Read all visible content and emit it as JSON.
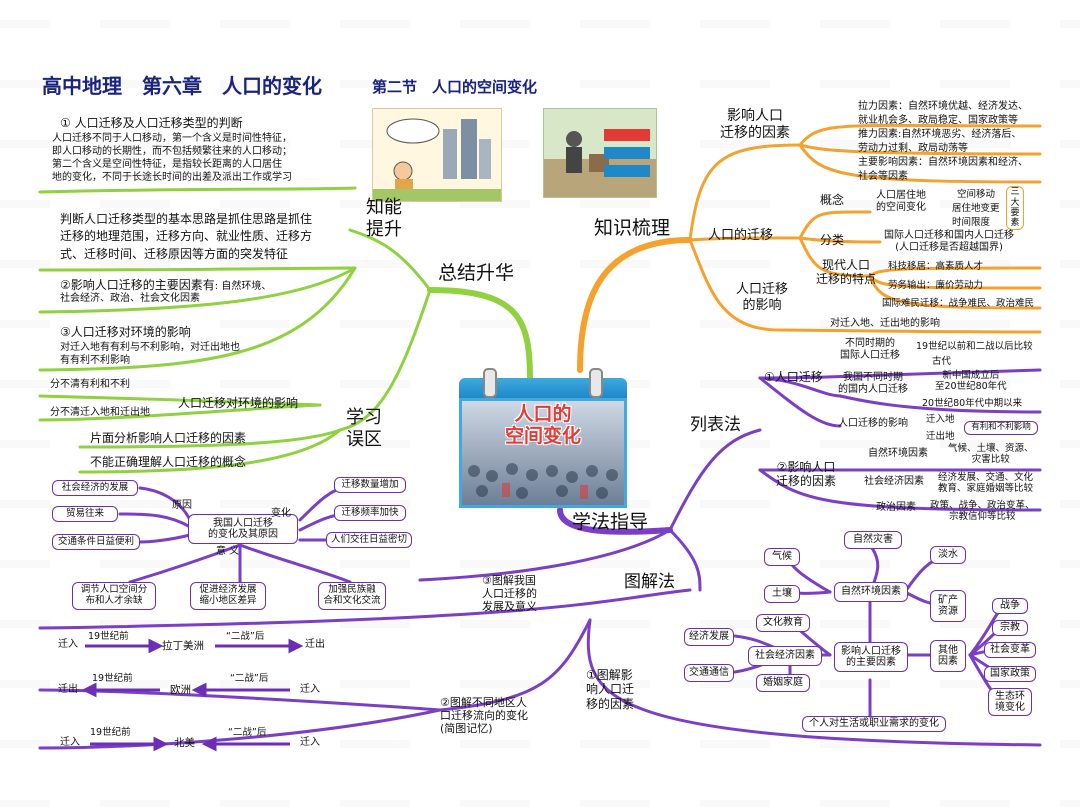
{
  "header": {
    "title": "高中地理　第六章　人口的变化",
    "subtitle": "第二节　人口的空间变化"
  },
  "center": {
    "title": "人口的\n空间变化"
  },
  "branches": {
    "summary": "总结升华",
    "knowledge": "知识梳理",
    "method": "学法指导",
    "ability": "知能\n提升",
    "mistakes": "学习\n误区",
    "table_method": "列表法",
    "diagram_method": "图解法"
  },
  "ability": {
    "item1_title": "①  人口迁移及人口迁移类型的判断",
    "item1_body": "人口迁移不同于人口移动，第一个含义是时间性特征，\n即人口移动的长期性，而不包括频繁往来的人口移动；\n第二个含义是空间性特征，是指较长距离的人口居住\n地的变化，不同于长途长时间的出差及派出工作或学习",
    "item1b": "判断人口迁移类型的基本思路是抓住思路是抓住\n迁移的地理范围，迁移方向、就业性质、迁移方\n式、迁移时间、迁移原因等方面的突发特征",
    "item2_title": "②影响人口迁移的主要因素有",
    "item2_body": ": 自然环境、",
    "item2_body2": "社会经济、政治、社会文化因素",
    "item3_title": "③人口迁移对环境的影响",
    "item3_body": "对迁入地有有利与不利影响，对迁出地也\n有有利不利影响"
  },
  "mistakes": {
    "m1": "人口迁移对环境的影响",
    "m1a": "分不清有利和不利",
    "m1b": "分不清迁入地和迁出地",
    "m2": "片面分析影响人口迁移的因素",
    "m3": "不能正确理解人口迁移的概念"
  },
  "knowledge": {
    "factors": "影响人口\n迁移的因素",
    "pull": "拉力因素：自然环境优越、经济发达、\n就业机会多、政局稳定、国家政策等",
    "push": "推力因素:自然环境恶劣、经济落后、\n劳动力过剩、政局动荡等",
    "main": "主要影响因素：自然环境因素和经济、\n社会等因素",
    "migration": "人口的迁移",
    "concept": "概念",
    "concept_def": "人口居住地\n的空间变化",
    "space": "空间移动",
    "residence": "居住地变更",
    "time": "时间限度",
    "three": "三\n大\n要\n素",
    "classify": "分类",
    "classify_def": "国际人口迁移和国内人口迁移\n(人口迁移是否超越国界)",
    "modern": "现代人口\n迁移的特点",
    "tech": "科技移居：高素质人才",
    "labor": "劳务输出：廉价劳动力",
    "refugee": "国际难民迁移：战争难民、政治难民",
    "impact": "人口迁移\n的影响",
    "impact_def": "对迁入地、迁出地的影响"
  },
  "table": {
    "t1": "①人口迁移",
    "intl": "不同时期的\n国际人口迁移",
    "intl_def": "19世纪以前和二战以后比较",
    "domestic": "我国不同时期\n的国内人口迁移",
    "ancient": "古代",
    "new_china": "新中国成立后\n至20世纪80年代",
    "since80": "20世纪80年代中期以来",
    "effect": "人口迁移的影响",
    "in_place": "迁入地",
    "out_place": "迁出地",
    "pros_cons": "有利和不利影响",
    "t2": "②影响人口\n迁移的因素",
    "nature": "自然环境因素",
    "nature_def": "气候、土壤、资源、\n灾害比较",
    "social": "社会经济因素",
    "social_def": "经济发展、交通、文化\n教育、家庭婚姻等比较",
    "politic": "政治因素",
    "politic_def": "政策、战争、政治变革、\n宗教信仰等比较"
  },
  "diagram": {
    "d3": "③图解我国\n人口迁移的\n发展及意义",
    "cause": "原因",
    "change": "变化",
    "meaning": "意 义",
    "core": "我国人口迁移\n的变化及其原因",
    "c1": "社会经济的发展",
    "c2": "贸易往来",
    "c3": "交通条件日益便利",
    "v1": "迁移数量增加",
    "v2": "迁移频率加快",
    "v3": "人们交往日益密切",
    "s1": "调节人口空间分\n布和人才余缺",
    "s2": "促进经济发展\n缩小地区差异",
    "s3": "加强民族融\n合和文化交流",
    "d2": "②图解不同地区人\n口迁移流向的变化\n(简图记忆)",
    "before19": "19世纪前",
    "after_war": "“二战”后",
    "in": "迁入",
    "out": "迁出",
    "latin": "拉丁美洲",
    "europe": "欧洲",
    "namerica": "北美",
    "d1": "①图解影\n响人口迁\n移的因素",
    "disaster": "自然灾害",
    "climate": "气候",
    "fresh": "淡水",
    "soil": "土壤",
    "nat_factor": "自然环境因素",
    "mineral": "矿产\n资源",
    "edu": "文化教育",
    "econ": "经济发展",
    "soc_factor": "社会经济因素",
    "traffic": "交通通信",
    "marriage": "婚姻家庭",
    "main_factor": "影响人口迁移\n的主要因素",
    "other": "其他\n因素",
    "war": "战争",
    "religion": "宗教",
    "reform": "社会变革",
    "policy": "国家政策",
    "eco": "生态环\n境变化",
    "personal": "个人对生活或职业需求的变化"
  }
}
